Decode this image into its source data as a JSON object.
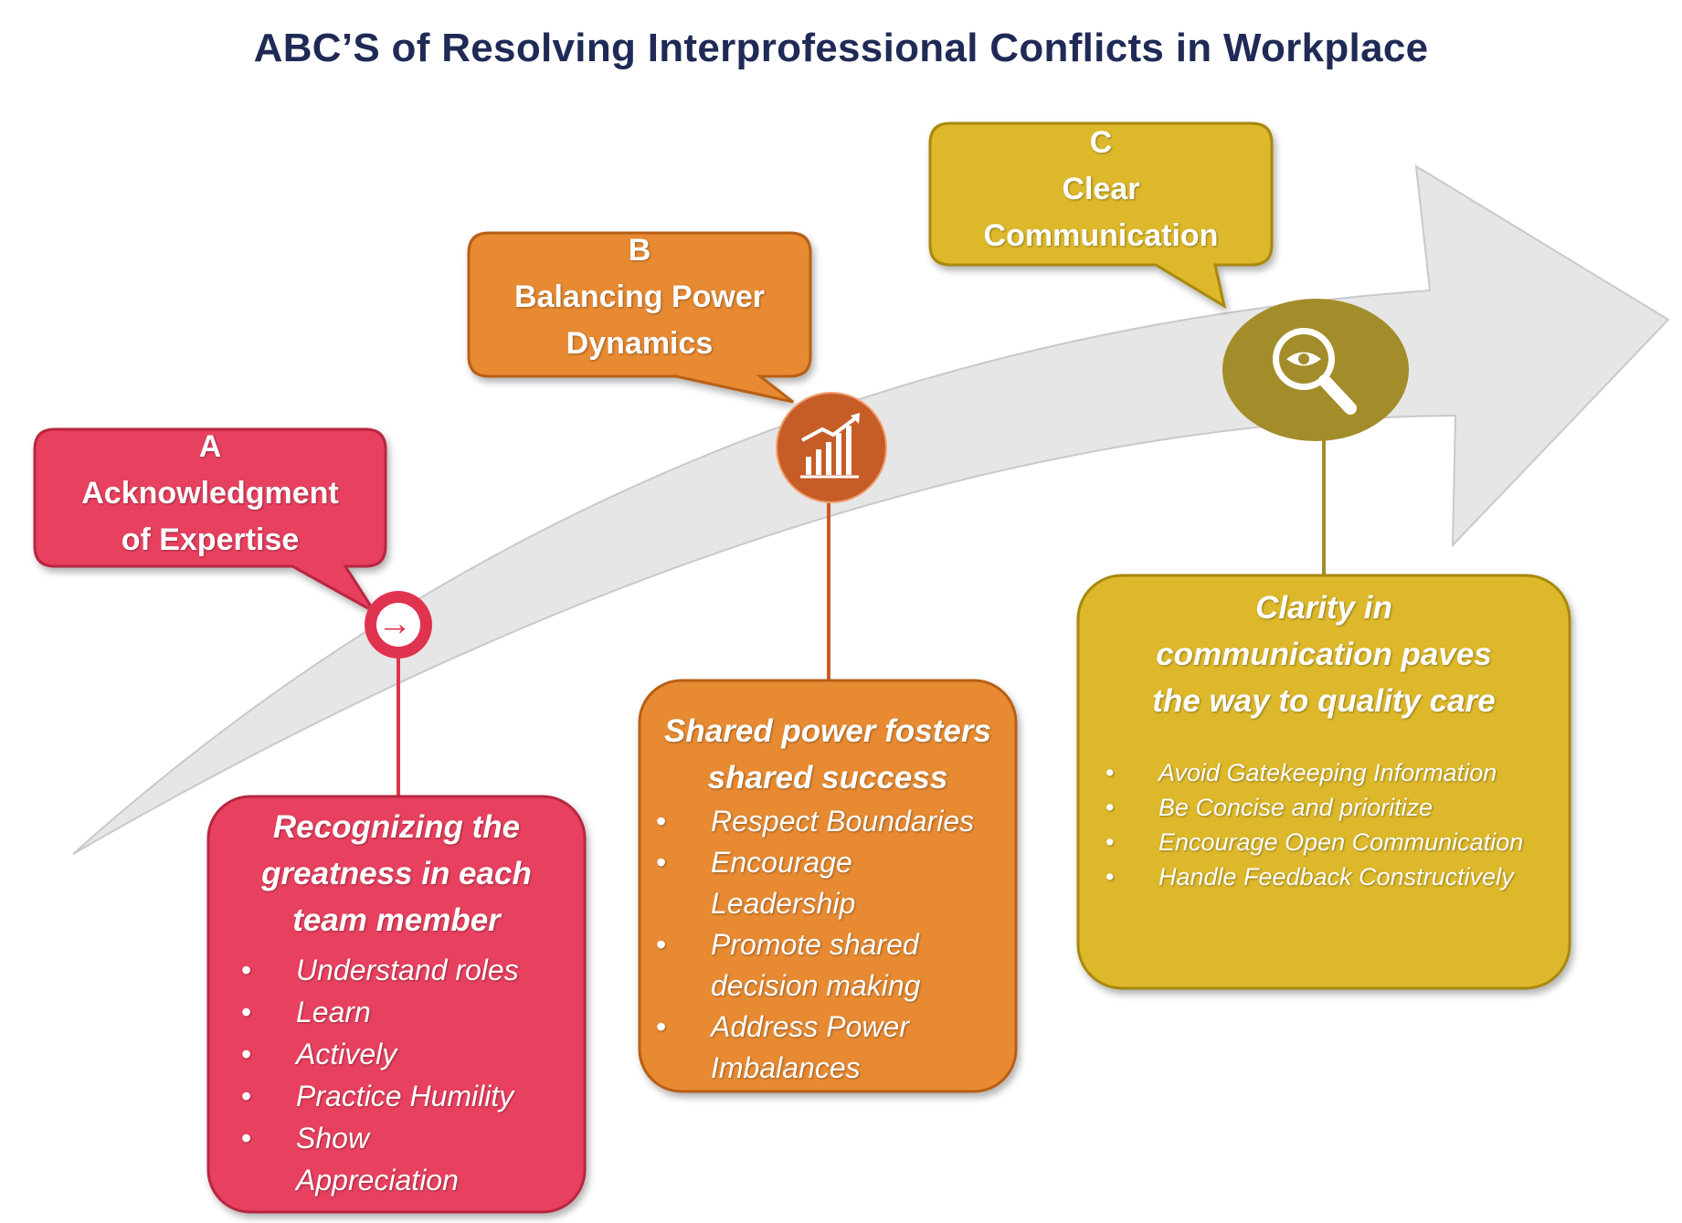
{
  "title": "ABC’S of Resolving Interprofessional Conflicts in Workplace",
  "colors": {
    "a": "#e8405f",
    "b": "#e78a30",
    "c": "#ddb829",
    "c_circle": "#a38c2a",
    "b_circle": "#c65c26",
    "title": "#1f2a56",
    "arrow": "#e6e6e6"
  },
  "stages": {
    "a": {
      "letter": "A",
      "title_line1": "Acknowledgment",
      "title_line2": "of Expertise",
      "icon": "arrow-right-icon",
      "icon_glyph": "→",
      "box_title_line1": "Recognizing the",
      "box_title_line2": "greatness in each",
      "box_title_line3": "team member",
      "items": [
        "Understand roles",
        "Learn",
        "Actively",
        "Practice Humility",
        "Show",
        "Appreciation"
      ]
    },
    "b": {
      "letter": "B",
      "title_line1": "Balancing Power",
      "title_line2": "Dynamics",
      "icon": "growth-chart-icon",
      "box_title_line1": "Shared power fosters",
      "box_title_line2": "shared success",
      "items": [
        "Respect Boundaries",
        "Encourage",
        "Leadership",
        "Promote shared",
        "decision making",
        "Address Power",
        "Imbalances"
      ]
    },
    "c": {
      "letter": "C",
      "title_line1": "Clear",
      "title_line2": "Communication",
      "icon": "magnifier-eye-icon",
      "box_title_line1": "Clarity in",
      "box_title_line2": "communication paves",
      "box_title_line3": "the way to quality care",
      "items": [
        "Avoid Gatekeeping Information",
        "Be Concise  and prioritize",
        "Encourage Open  Communication",
        "Handle Feedback  Constructively"
      ]
    }
  }
}
